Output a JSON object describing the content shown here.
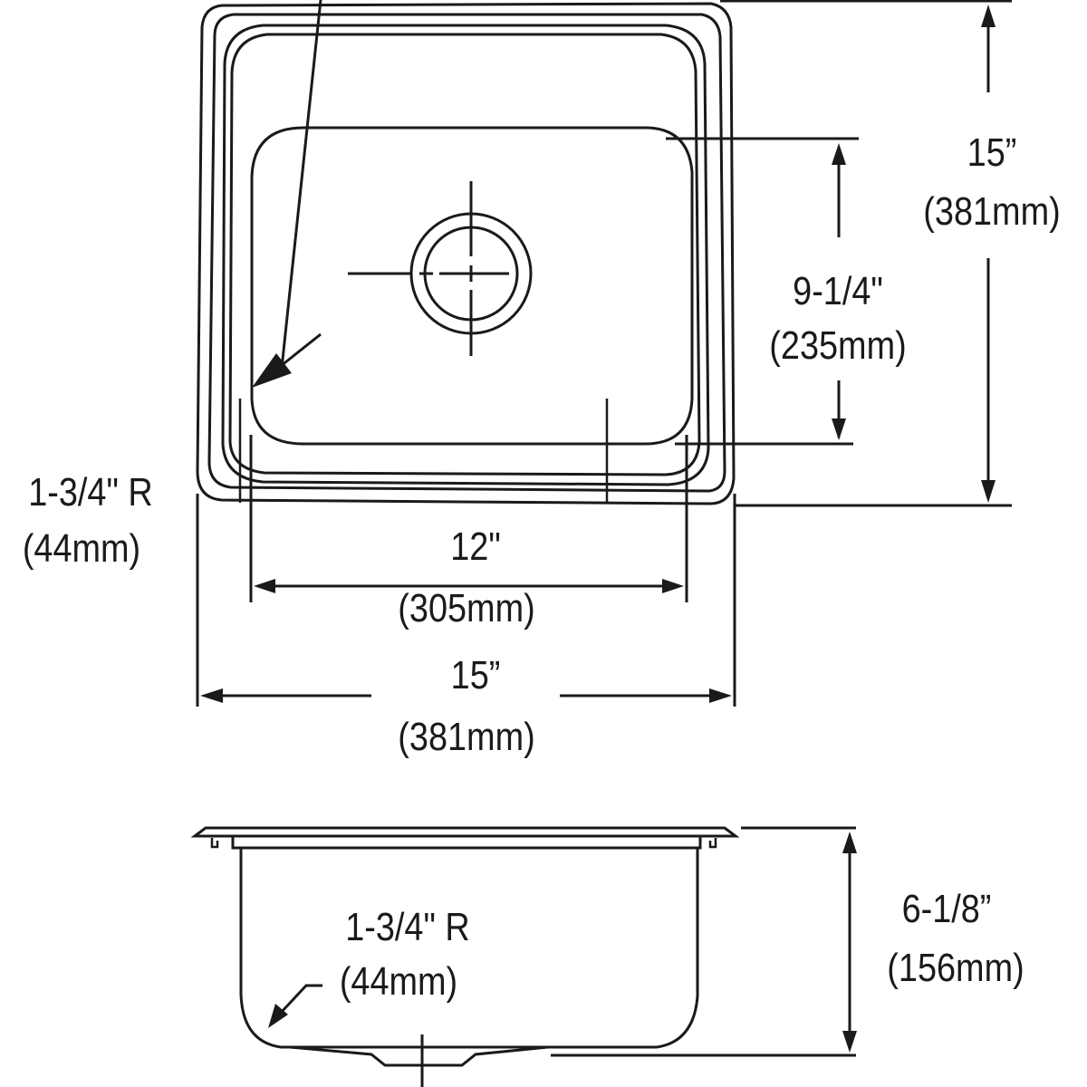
{
  "diagram": {
    "type": "sink dimension drawing",
    "stroke_color": "#1a1a1a",
    "background": "#ffffff"
  },
  "top_view": {
    "overall_height": {
      "imperial": "15”",
      "metric": "(381mm)"
    },
    "bowl_height": {
      "imperial": "9-1/4\"",
      "metric": "(235mm)"
    },
    "bowl_width": {
      "imperial": "12\"",
      "metric": "(305mm)"
    },
    "overall_width": {
      "imperial": "15”",
      "metric": "(381mm)"
    },
    "corner_radius": {
      "imperial": "1-3/4\" R",
      "metric": "(44mm)"
    }
  },
  "side_view": {
    "depth": {
      "imperial": "6-1/8”",
      "metric": "(156mm)"
    },
    "bottom_radius": {
      "imperial": "1-3/4\" R",
      "metric": "(44mm)"
    }
  }
}
